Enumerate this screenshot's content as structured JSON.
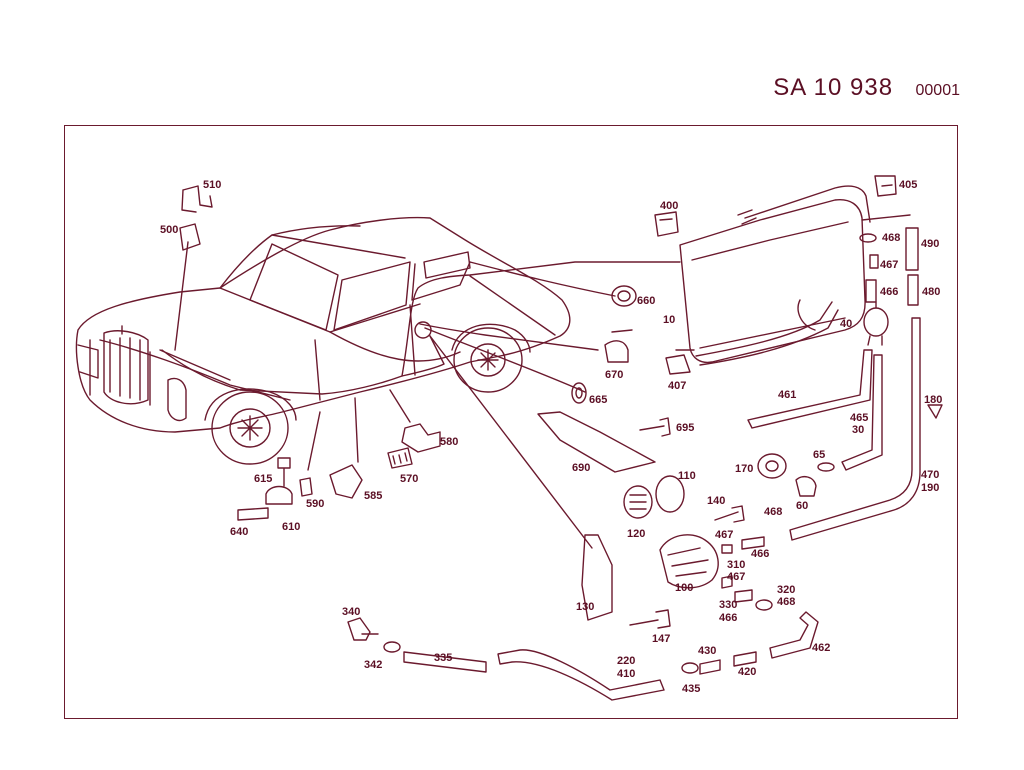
{
  "header": {
    "code": "SA   10 938",
    "sheet": "00001"
  },
  "colors": {
    "line": "#6b1a2e",
    "text": "#5b0f24",
    "background": "#ffffff"
  },
  "labels": [
    {
      "id": "510",
      "text": "510"
    },
    {
      "id": "500",
      "text": "500"
    },
    {
      "id": "400",
      "text": "400"
    },
    {
      "id": "405",
      "text": "405"
    },
    {
      "id": "468a",
      "text": "468"
    },
    {
      "id": "490",
      "text": "490"
    },
    {
      "id": "467a",
      "text": "467"
    },
    {
      "id": "466a",
      "text": "466"
    },
    {
      "id": "480",
      "text": "480"
    },
    {
      "id": "660",
      "text": "660"
    },
    {
      "id": "10",
      "text": "10"
    },
    {
      "id": "40",
      "text": "40"
    },
    {
      "id": "670",
      "text": "670"
    },
    {
      "id": "407",
      "text": "407"
    },
    {
      "id": "665",
      "text": "665"
    },
    {
      "id": "461",
      "text": "461"
    },
    {
      "id": "180",
      "text": "180"
    },
    {
      "id": "465",
      "text": "465"
    },
    {
      "id": "30",
      "text": "30"
    },
    {
      "id": "580",
      "text": "580"
    },
    {
      "id": "695",
      "text": "695"
    },
    {
      "id": "690",
      "text": "690"
    },
    {
      "id": "615",
      "text": "615"
    },
    {
      "id": "570",
      "text": "570"
    },
    {
      "id": "585",
      "text": "585"
    },
    {
      "id": "590",
      "text": "590"
    },
    {
      "id": "110",
      "text": "110"
    },
    {
      "id": "170",
      "text": "170"
    },
    {
      "id": "65",
      "text": "65"
    },
    {
      "id": "470",
      "text": "470"
    },
    {
      "id": "190",
      "text": "190"
    },
    {
      "id": "640",
      "text": "640"
    },
    {
      "id": "610",
      "text": "610"
    },
    {
      "id": "140",
      "text": "140"
    },
    {
      "id": "60",
      "text": "60"
    },
    {
      "id": "468b",
      "text": "468"
    },
    {
      "id": "120",
      "text": "120"
    },
    {
      "id": "467b",
      "text": "467"
    },
    {
      "id": "466b",
      "text": "466"
    },
    {
      "id": "310",
      "text": "310"
    },
    {
      "id": "467c",
      "text": "467"
    },
    {
      "id": "100",
      "text": "100"
    },
    {
      "id": "130",
      "text": "130"
    },
    {
      "id": "320",
      "text": "320"
    },
    {
      "id": "468c",
      "text": "468"
    },
    {
      "id": "330",
      "text": "330"
    },
    {
      "id": "466c",
      "text": "466"
    },
    {
      "id": "340",
      "text": "340"
    },
    {
      "id": "147",
      "text": "147"
    },
    {
      "id": "462",
      "text": "462"
    },
    {
      "id": "342",
      "text": "342"
    },
    {
      "id": "335",
      "text": "335"
    },
    {
      "id": "430",
      "text": "430"
    },
    {
      "id": "220",
      "text": "220"
    },
    {
      "id": "410",
      "text": "410"
    },
    {
      "id": "420",
      "text": "420"
    },
    {
      "id": "435",
      "text": "435"
    }
  ]
}
